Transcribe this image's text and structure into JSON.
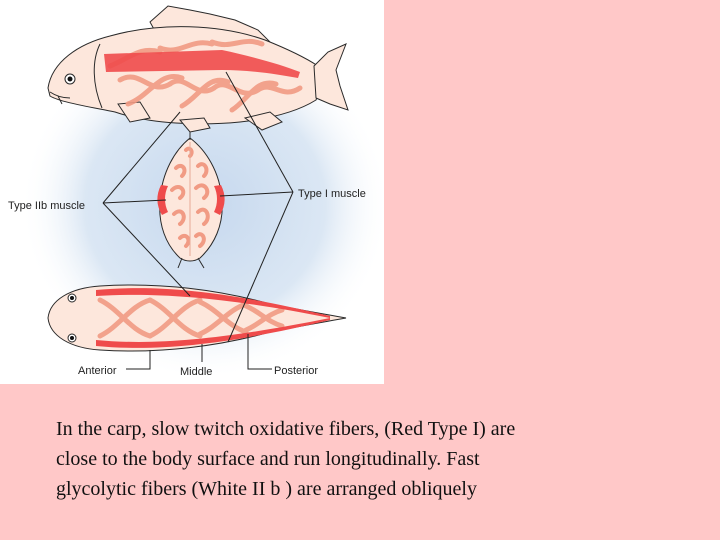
{
  "figure": {
    "labels": {
      "type_iib": "Type IIb muscle",
      "type_i": "Type I muscle",
      "anterior": "Anterior",
      "middle": "Middle",
      "posterior": "Posterior"
    },
    "colors": {
      "panel_background": "#ffffff",
      "glow": "#cfdff0",
      "fish_body": "#fde7dc",
      "outline": "#2a2a2a",
      "type_i_red": "#ef4b4b",
      "type_iib_strands": "#f19b84",
      "slide_background": "#ffc8c8"
    }
  },
  "caption": {
    "lines": [
      "In the carp, slow twitch oxidative fibers, (Red Type I) are",
      "close to the body surface and run longitudinally. Fast",
      "glycolytic fibers (White II b ) are arranged obliquely"
    ]
  }
}
